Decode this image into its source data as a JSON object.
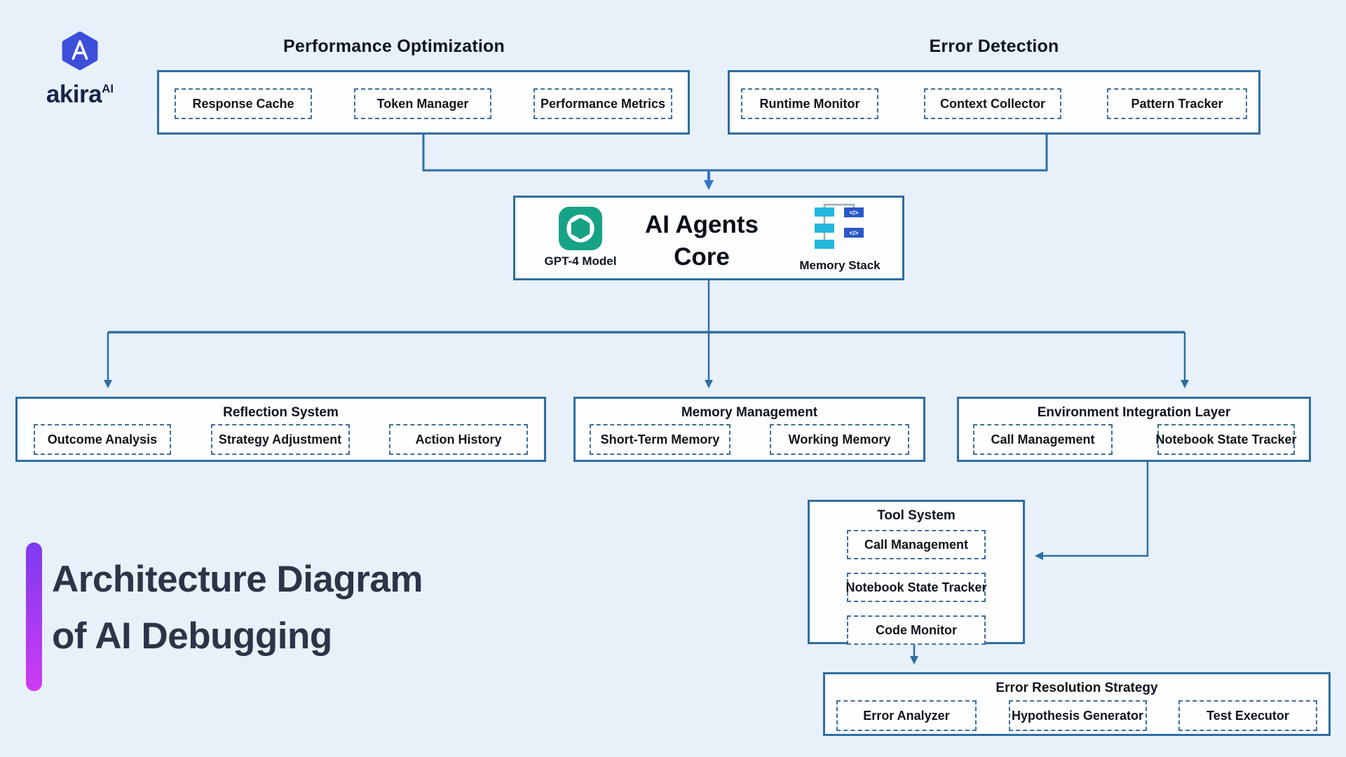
{
  "brand": {
    "wordmark": "akira",
    "superscript": "AI",
    "logo_letter": "A"
  },
  "headline": {
    "line1": "Architecture Diagram",
    "line2": "of AI Debugging"
  },
  "groups": {
    "performance_optimization": {
      "title": "Performance Optimization",
      "items": [
        "Response Cache",
        "Token Manager",
        "Performance Metrics"
      ]
    },
    "error_detection": {
      "title": "Error Detection",
      "items": [
        "Runtime Monitor",
        "Context Collector",
        "Pattern Tracker"
      ]
    },
    "ai_core": {
      "title_line1": "AI Agents",
      "title_line2": "Core",
      "model_label": "GPT-4 Model",
      "memory_label": "Memory Stack",
      "code_glyph": "</>"
    },
    "reflection": {
      "title": "Reflection System",
      "items": [
        "Outcome Analysis",
        "Strategy Adjustment",
        "Action History"
      ]
    },
    "memory_management": {
      "title": "Memory Management",
      "items": [
        "Short-Term Memory",
        "Working Memory"
      ]
    },
    "environment": {
      "title": "Environment Integration Layer",
      "items": [
        "Call Management",
        "Notebook State Tracker"
      ]
    },
    "tool_system": {
      "title": "Tool System",
      "items": [
        "Call Management",
        "Notebook State Tracker",
        "Code Monitor"
      ]
    },
    "error_resolution": {
      "title": "Error Resolution Strategy",
      "items": [
        "Error Analyzer",
        "Hypothesis Generator",
        "Test Executor"
      ]
    }
  },
  "icons": {
    "brand_logo": "hexagon-a-icon",
    "model": "openai-knot-icon",
    "memory": "memory-stack-icon"
  },
  "colors": {
    "background": "#E8F1FA",
    "node_background": "#FCFDFC",
    "node_border": "#2E6DA4",
    "dashed_border": "#3F6F9F",
    "connector": "#2E6DA4",
    "arrow_accent": "#3474C9",
    "headline_text": "#2B3547",
    "gradient_top": "#7D3BEF",
    "gradient_bottom": "#CE3BF3",
    "logo_hexagon": "#3D4EDB",
    "openai_green": "#16A385",
    "stack_cyan": "#24B8DC",
    "stack_blue": "#2A58C8"
  }
}
